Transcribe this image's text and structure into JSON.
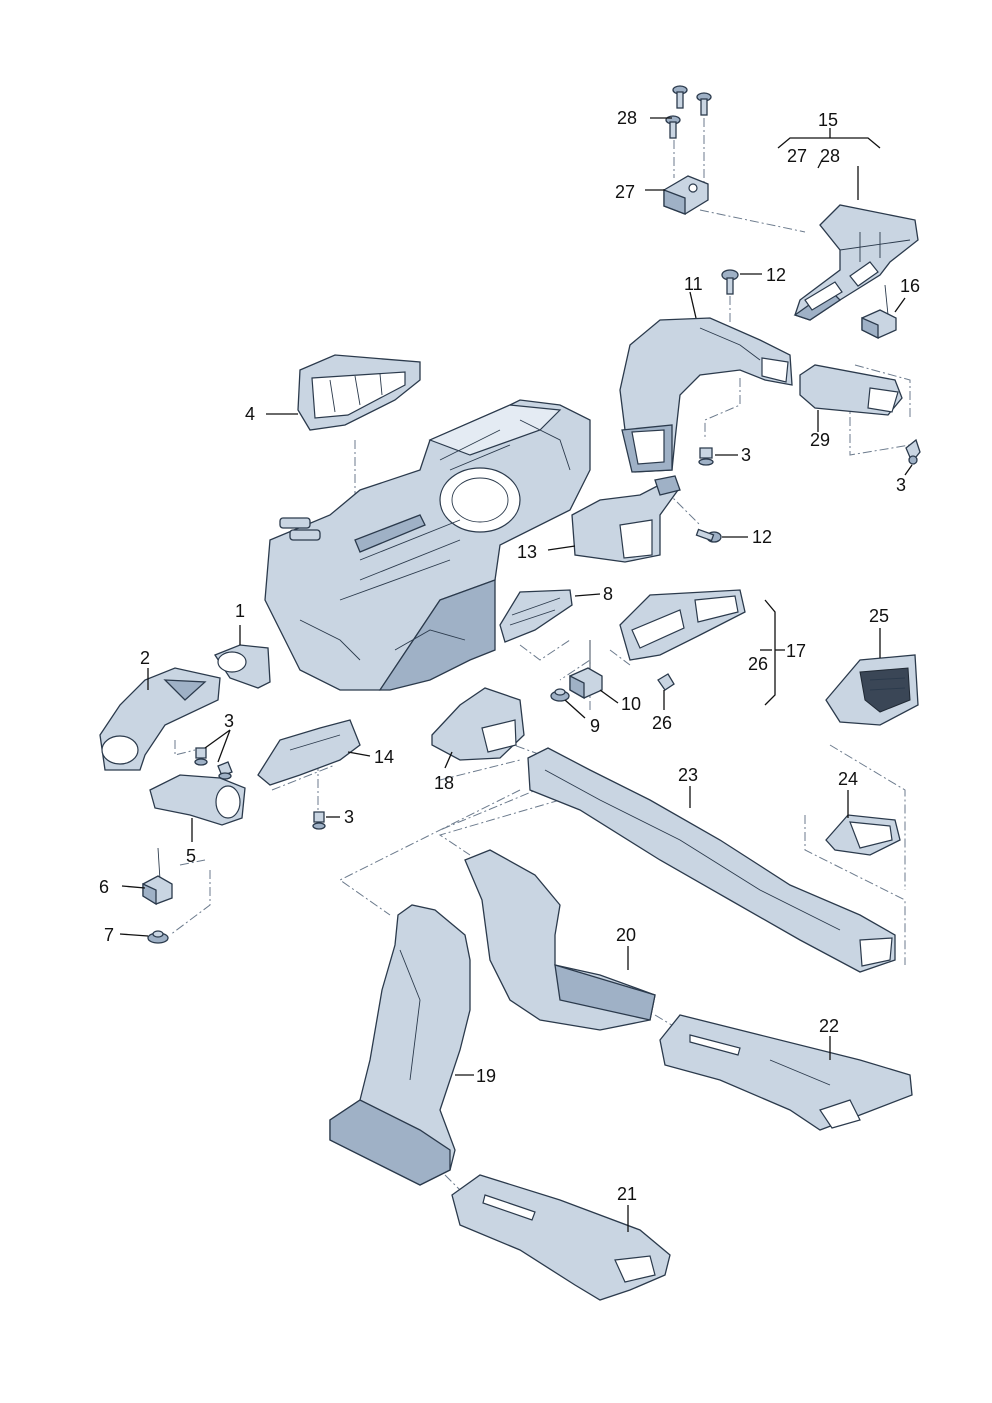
{
  "callouts": [
    {
      "id": "c1",
      "text": "1"
    },
    {
      "id": "c2",
      "text": "2"
    },
    {
      "id": "c3a",
      "text": "3"
    },
    {
      "id": "c3b",
      "text": "3"
    },
    {
      "id": "c3c",
      "text": "3"
    },
    {
      "id": "c3d",
      "text": "3"
    },
    {
      "id": "c4",
      "text": "4"
    },
    {
      "id": "c5",
      "text": "5"
    },
    {
      "id": "c6",
      "text": "6"
    },
    {
      "id": "c7",
      "text": "7"
    },
    {
      "id": "c8",
      "text": "8"
    },
    {
      "id": "c9",
      "text": "9"
    },
    {
      "id": "c10",
      "text": "10"
    },
    {
      "id": "c11",
      "text": "11"
    },
    {
      "id": "c12a",
      "text": "12"
    },
    {
      "id": "c12b",
      "text": "12"
    },
    {
      "id": "c13",
      "text": "13"
    },
    {
      "id": "c14",
      "text": "14"
    },
    {
      "id": "c15",
      "text": "15"
    },
    {
      "id": "c15sub27",
      "text": "27"
    },
    {
      "id": "c15sub28",
      "text": "28"
    },
    {
      "id": "c16",
      "text": "16"
    },
    {
      "id": "c17",
      "text": "17"
    },
    {
      "id": "c18",
      "text": "18"
    },
    {
      "id": "c19",
      "text": "19"
    },
    {
      "id": "c20",
      "text": "20"
    },
    {
      "id": "c21",
      "text": "21"
    },
    {
      "id": "c22",
      "text": "22"
    },
    {
      "id": "c23",
      "text": "23"
    },
    {
      "id": "c24",
      "text": "24"
    },
    {
      "id": "c25",
      "text": "25"
    },
    {
      "id": "c26a",
      "text": "26"
    },
    {
      "id": "c26b",
      "text": "26"
    },
    {
      "id": "c27",
      "text": "27"
    },
    {
      "id": "c28",
      "text": "28"
    },
    {
      "id": "c29",
      "text": "29"
    }
  ],
  "colors": {
    "part_fill": "#c9d5e2",
    "part_shadow": "#9fb1c6",
    "outline": "#2b3a4c",
    "label": "#111111"
  }
}
